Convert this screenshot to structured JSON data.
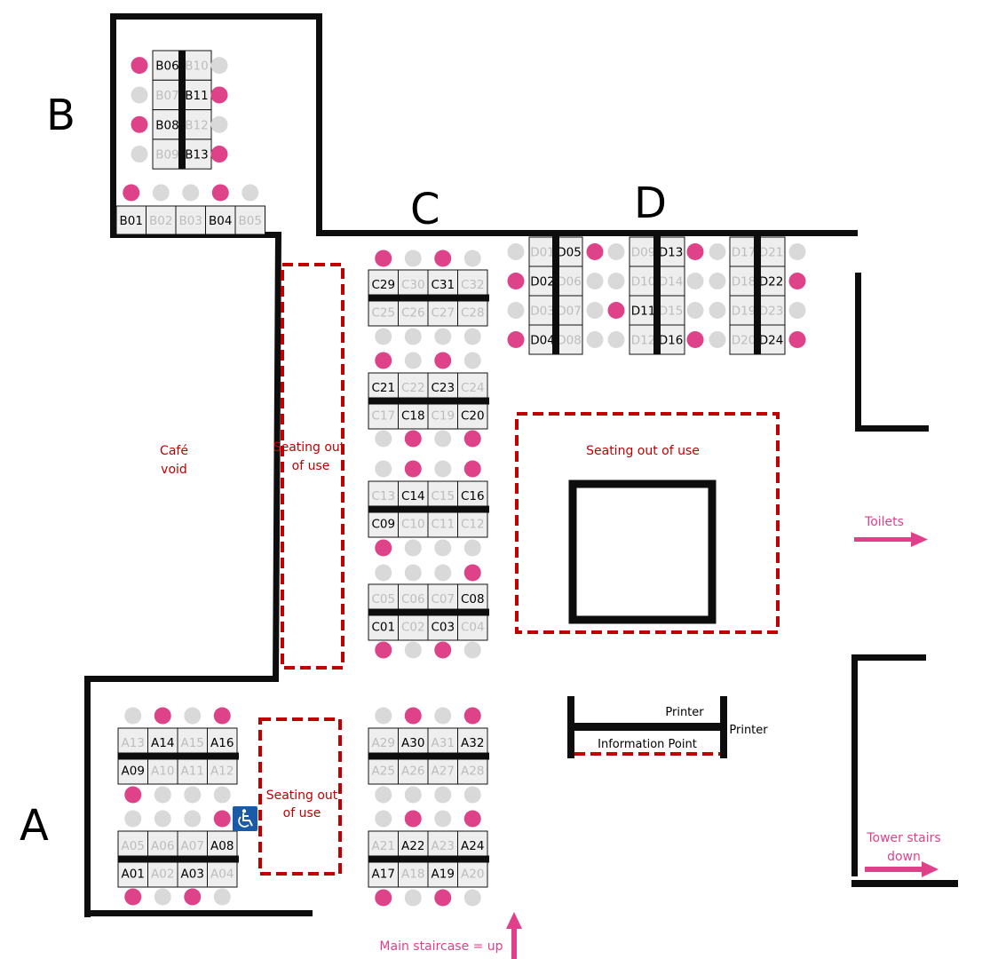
{
  "colors": {
    "pink": "#de4289",
    "gray": "#d9d9d9",
    "available_text": "#000000",
    "unavailable_text": "#bdbdbd",
    "out_of_use": "#c00000",
    "direction": "#e0408a"
  },
  "zones": {
    "a": "A",
    "b": "B",
    "c": "C",
    "d": "D"
  },
  "labels": {
    "cafe_void_1": "Café",
    "cafe_void_2": "void",
    "out_of_use_left_1": "Seating out",
    "out_of_use_left_2": "of use",
    "out_of_use_a_1": "Seating out",
    "out_of_use_a_2": "of use",
    "out_of_use_center": "Seating out of use",
    "printer_1": "Printer",
    "printer_2": "Printer",
    "information_point": "Information Point",
    "toilets": "Toilets",
    "tower_stairs_1": "Tower stairs",
    "tower_stairs_2": "down",
    "main_staircase": "Main staircase = up"
  },
  "horizontal_blocks": {
    "B_row": {
      "top": [
        "B01",
        "B02",
        "B03",
        "B04",
        "B05"
      ],
      "bottom": [],
      "available": [
        "B01",
        "B04"
      ],
      "dots_top": [
        "pink",
        "gray",
        "gray",
        "pink",
        "gray"
      ],
      "dots_bottom": []
    },
    "C1": {
      "top": [
        "C29",
        "C30",
        "C31",
        "C32"
      ],
      "bottom": [
        "C25",
        "C26",
        "C27",
        "C28"
      ],
      "available": [
        "C29",
        "C31"
      ],
      "dots_top": [
        "pink",
        "gray",
        "pink",
        "gray"
      ],
      "dots_bottom": [
        "gray",
        "gray",
        "gray",
        "gray"
      ]
    },
    "C2": {
      "top": [
        "C21",
        "C22",
        "C23",
        "C24"
      ],
      "bottom": [
        "C17",
        "C18",
        "C19",
        "C20"
      ],
      "available": [
        "C21",
        "C23",
        "C18",
        "C20"
      ],
      "dots_top": [
        "pink",
        "gray",
        "pink",
        "gray"
      ],
      "dots_bottom": [
        "gray",
        "pink",
        "gray",
        "pink"
      ]
    },
    "C3": {
      "top": [
        "C13",
        "C14",
        "C15",
        "C16"
      ],
      "bottom": [
        "C09",
        "C10",
        "C11",
        "C12"
      ],
      "available": [
        "C14",
        "C16",
        "C09"
      ],
      "dots_top": [
        "gray",
        "pink",
        "gray",
        "pink"
      ],
      "dots_bottom": [
        "pink",
        "gray",
        "gray",
        "gray"
      ]
    },
    "C4": {
      "top": [
        "C05",
        "C06",
        "C07",
        "C08"
      ],
      "bottom": [
        "C01",
        "C02",
        "C03",
        "C04"
      ],
      "available": [
        "C08",
        "C01",
        "C03"
      ],
      "dots_top": [
        "gray",
        "gray",
        "gray",
        "pink"
      ],
      "dots_bottom": [
        "pink",
        "gray",
        "pink",
        "gray"
      ]
    },
    "AL1": {
      "top": [
        "A13",
        "A14",
        "A15",
        "A16"
      ],
      "bottom": [
        "A09",
        "A10",
        "A11",
        "A12"
      ],
      "available": [
        "A14",
        "A16",
        "A09"
      ],
      "dots_top": [
        "gray",
        "pink",
        "gray",
        "pink"
      ],
      "dots_bottom": [
        "pink",
        "gray",
        "gray",
        "gray"
      ]
    },
    "AL2": {
      "top": [
        "A05",
        "A06",
        "A07",
        "A08"
      ],
      "bottom": [
        "A01",
        "A02",
        "A03",
        "A04"
      ],
      "available": [
        "A08",
        "A01",
        "A03"
      ],
      "dots_top": [
        "gray",
        "gray",
        "gray",
        "pink"
      ],
      "dots_bottom": [
        "pink",
        "gray",
        "pink",
        "gray"
      ]
    },
    "AR1": {
      "top": [
        "A29",
        "A30",
        "A31",
        "A32"
      ],
      "bottom": [
        "A25",
        "A26",
        "A27",
        "A28"
      ],
      "available": [
        "A30",
        "A32"
      ],
      "dots_top": [
        "gray",
        "pink",
        "gray",
        "pink"
      ],
      "dots_bottom": [
        "gray",
        "gray",
        "gray",
        "gray"
      ]
    },
    "AR2": {
      "top": [
        "A21",
        "A22",
        "A23",
        "A24"
      ],
      "bottom": [
        "A17",
        "A18",
        "A19",
        "A20"
      ],
      "available": [
        "A22",
        "A24",
        "A17",
        "A19"
      ],
      "dots_top": [
        "gray",
        "pink",
        "gray",
        "pink"
      ],
      "dots_bottom": [
        "pink",
        "gray",
        "pink",
        "gray"
      ]
    }
  },
  "vertical_blocks": {
    "B_col": {
      "left": [
        "B06",
        "B07",
        "B08",
        "B09"
      ],
      "right": [
        "B10",
        "B11",
        "B12",
        "B13"
      ],
      "available": [
        "B06",
        "B08",
        "B11",
        "B13"
      ],
      "dots_left": [
        "pink",
        "gray",
        "pink",
        "gray"
      ],
      "dots_right": [
        "gray",
        "pink",
        "gray",
        "pink"
      ]
    },
    "D1": {
      "left": [
        "D01",
        "D02",
        "D03",
        "D04"
      ],
      "right": [
        "D05",
        "D06",
        "D07",
        "D08"
      ],
      "available": [
        "D02",
        "D04",
        "D05"
      ],
      "dots_left": [
        "gray",
        "pink",
        "gray",
        "pink"
      ],
      "dots_right": [
        "pink",
        "gray",
        "gray",
        "gray"
      ]
    },
    "D2": {
      "left": [
        "D09",
        "D10",
        "D11",
        "D12"
      ],
      "right": [
        "D13",
        "D14",
        "D15",
        "D16"
      ],
      "available": [
        "D11",
        "D13",
        "D16"
      ],
      "dots_left": [
        "gray",
        "gray",
        "pink",
        "gray"
      ],
      "dots_right": [
        "pink",
        "gray",
        "gray",
        "pink"
      ]
    },
    "D3": {
      "left": [
        "D17",
        "D18",
        "D19",
        "D20"
      ],
      "right": [
        "D21",
        "D22",
        "D23",
        "D24"
      ],
      "available": [
        "D22",
        "D24"
      ],
      "dots_left": [
        "gray",
        "gray",
        "gray",
        "gray"
      ],
      "dots_right": [
        "gray",
        "pink",
        "gray",
        "pink"
      ]
    }
  }
}
